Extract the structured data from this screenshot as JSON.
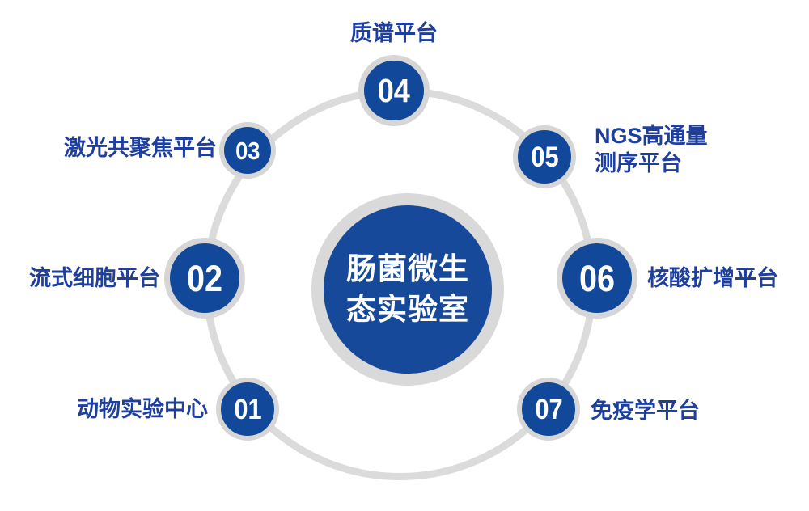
{
  "diagram": {
    "center_title": {
      "line1": "肠菌微生",
      "line2": "态实验室"
    },
    "nodes": [
      {
        "number": "01",
        "label": "动物实验中心"
      },
      {
        "number": "02",
        "label": "流式细胞平台"
      },
      {
        "number": "03",
        "label": "激光共聚焦平台"
      },
      {
        "number": "04",
        "label": "质谱平台"
      },
      {
        "number": "05",
        "label_lines": [
          "NGS高通量",
          "测序平台"
        ]
      },
      {
        "number": "06",
        "label": "核酸扩增平台"
      },
      {
        "number": "07",
        "label": "免疫学平台"
      }
    ],
    "colors": {
      "node_blue": "#114899",
      "center_blue": "#17499B",
      "orbit_ring_gray": "#DBDBDB",
      "node_border_gray": "#D6D6D6",
      "label_blue": "#1F3F9F",
      "number_text": "#FFFFFF"
    }
  }
}
